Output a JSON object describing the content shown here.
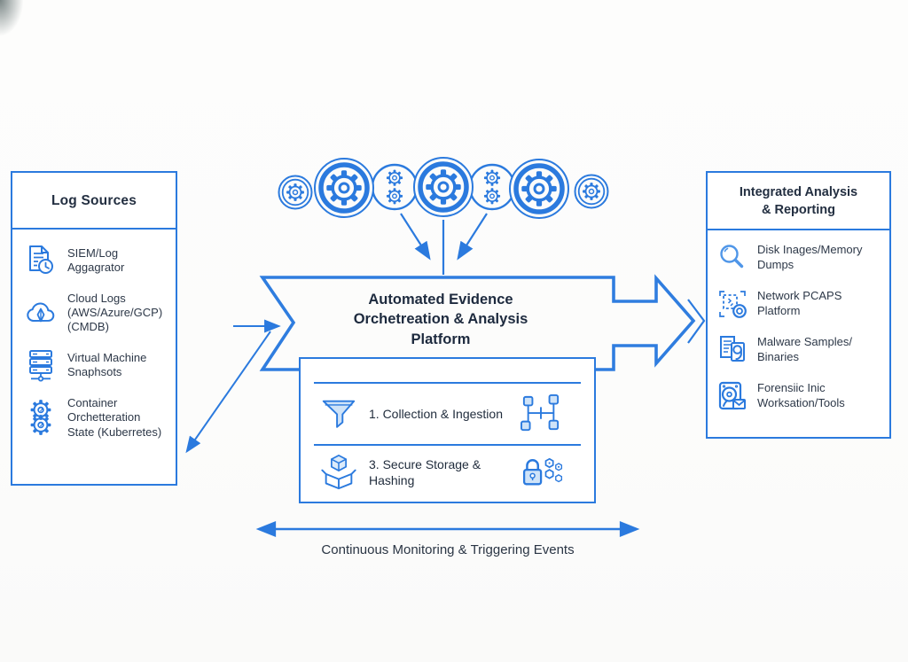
{
  "colors": {
    "accent": "#2b7ade",
    "text": "#2a3443",
    "fill_light": "#cfe3f8"
  },
  "log_sources": {
    "title": "Log Sources",
    "items": [
      {
        "icon": "siem-log-icon",
        "label": "SIEM/Log Aggagrator"
      },
      {
        "icon": "cloud-logs-icon",
        "label": "Cloud Logs (AWS/Azure/GCP) (CMDB)"
      },
      {
        "icon": "vm-snapshots-icon",
        "label": "Virtual Machine Snaphsots"
      },
      {
        "icon": "container-orchestration-icon",
        "label": "Container Orchetteration State (Kuberretes)"
      }
    ]
  },
  "platform": {
    "title_lines": [
      "Automated Evidence",
      "Orchetreation & Analysis",
      "Platform"
    ],
    "steps": [
      {
        "label": "1. Collection & Ingestion",
        "left_icon": "funnel-icon",
        "right_icon": "workflow-icon"
      },
      {
        "label": "3. Secure Storage & Hashing",
        "left_icon": "package-icon",
        "right_icon": "lock-hash-icon"
      }
    ]
  },
  "integrated_analysis": {
    "title_lines": [
      "Integrated Analysis",
      "& Reporting"
    ],
    "items": [
      {
        "icon": "magnifier-icon",
        "label": "Disk Inages/Memory Dumps"
      },
      {
        "icon": "network-pcaps-icon",
        "label": "Network PCAPS Platform"
      },
      {
        "icon": "malware-samples-icon",
        "label": "Malware Samples/ Binaries"
      },
      {
        "icon": "forensic-workstation-icon",
        "label": "Forensiic Inic Worksation/Tools"
      }
    ]
  },
  "footer": {
    "caption": "Continuous Monitoring & Triggering Events"
  }
}
